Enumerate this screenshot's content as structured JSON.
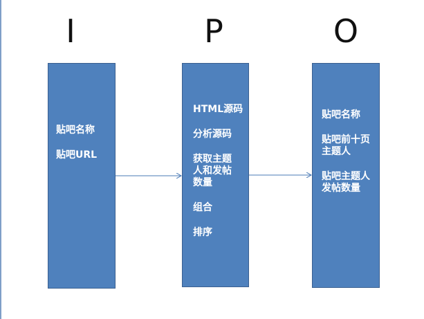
{
  "headings": {
    "input": "I",
    "process": "P",
    "output": "O"
  },
  "input_box": {
    "items": [
      "贴吧名称",
      "贴吧URL"
    ]
  },
  "process_box": {
    "items": [
      "HTML源码",
      "分析源码",
      "获取主题人和发帖数量",
      "组合",
      "排序"
    ]
  },
  "output_box": {
    "items": [
      "贴吧名称",
      "贴吧前十页主题人",
      "贴吧主题人发帖数量"
    ]
  },
  "colors": {
    "box_fill": "#4f81bd",
    "box_border": "#3a5f8f",
    "arrow": "#4a7ab5",
    "text_on_box": "#ffffff"
  }
}
